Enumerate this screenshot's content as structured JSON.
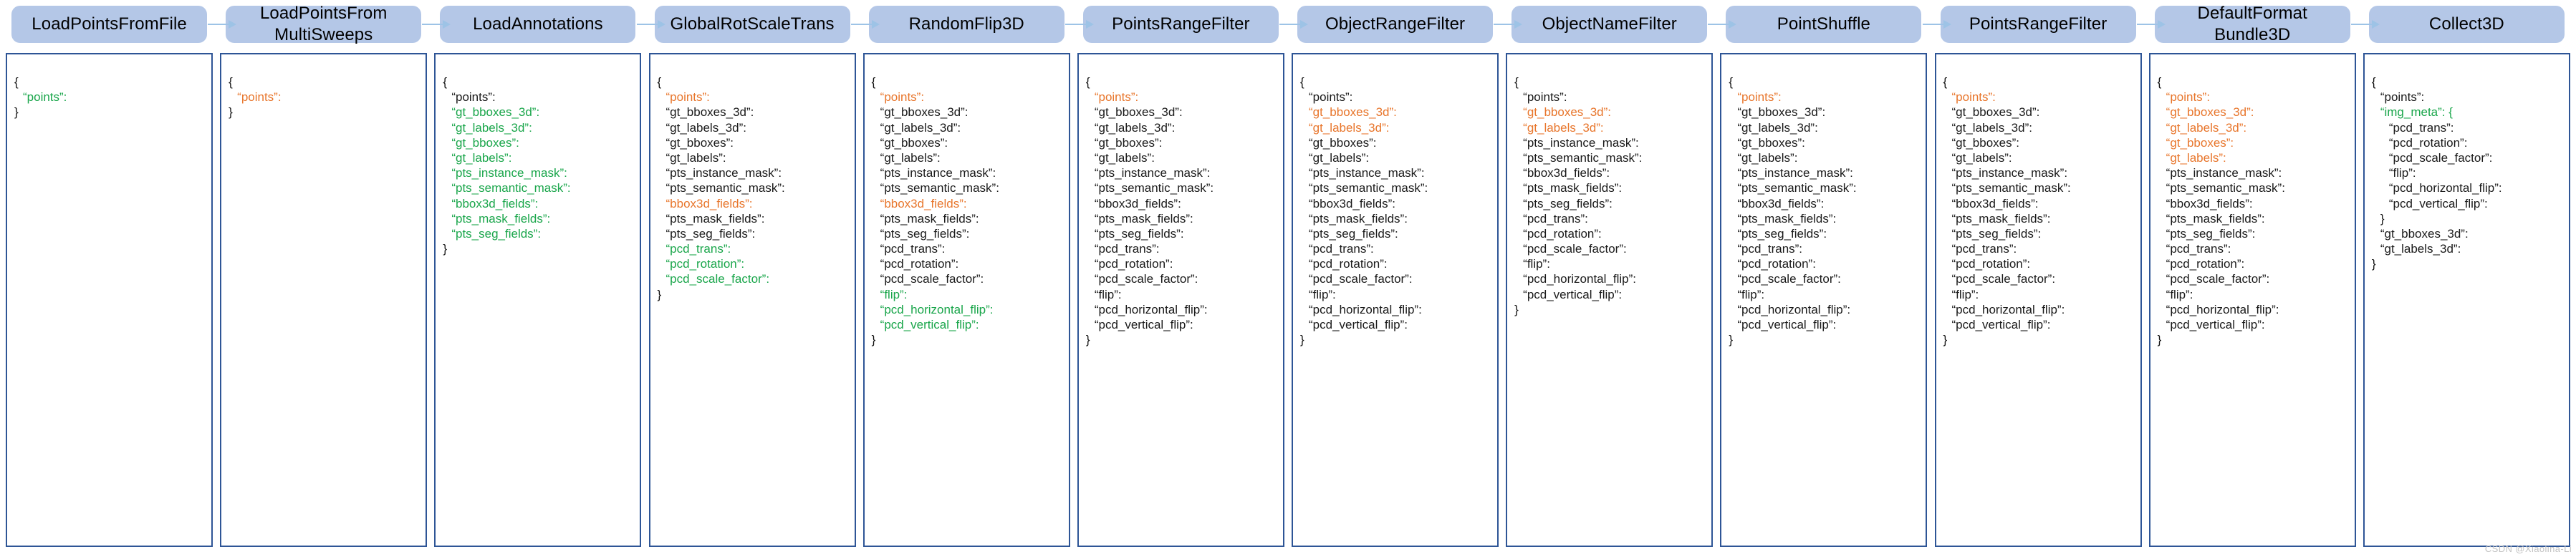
{
  "diagram": {
    "title": "MMDetection3D data pipeline key flow",
    "legend_colors": {
      "node_fill": "#b4c7e7",
      "panel_border": "#2e5596",
      "arrow": "#9dc3e6",
      "key_new": "#1aa64b",
      "key_modified": "#e8762c",
      "key_unchanged": "#1a1a1a"
    },
    "watermark": "CSDN @Xiaolina-Li"
  },
  "stages": [
    {
      "name": "stage-load-points-from-file",
      "label": "LoadPointsFromFile",
      "lines": [
        {
          "text": "{",
          "style": "brace",
          "indent": 0
        },
        {
          "text": "“points”:",
          "style": "new",
          "indent": 1
        },
        {
          "text": "}",
          "style": "brace",
          "indent": 0
        }
      ]
    },
    {
      "name": "stage-load-points-from-multi-sweeps",
      "label": "LoadPointsFrom\nMultiSweeps",
      "lines": [
        {
          "text": "{",
          "style": "brace",
          "indent": 0
        },
        {
          "text": "“points”:",
          "style": "mod",
          "indent": 1
        },
        {
          "text": "}",
          "style": "brace",
          "indent": 0
        }
      ]
    },
    {
      "name": "stage-load-annotations",
      "label": "LoadAnnotations",
      "lines": [
        {
          "text": "{",
          "style": "brace",
          "indent": 0
        },
        {
          "text": "“points”:",
          "style": "same",
          "indent": 1
        },
        {
          "text": "“gt_bboxes_3d”:",
          "style": "new",
          "indent": 1
        },
        {
          "text": "“gt_labels_3d”:",
          "style": "new",
          "indent": 1
        },
        {
          "text": "“gt_bboxes”:",
          "style": "new",
          "indent": 1
        },
        {
          "text": "“gt_labels”:",
          "style": "new",
          "indent": 1
        },
        {
          "text": "“pts_instance_mask”:",
          "style": "new",
          "indent": 1
        },
        {
          "text": "“pts_semantic_mask”:",
          "style": "new",
          "indent": 1
        },
        {
          "text": "“bbox3d_fields”:",
          "style": "new",
          "indent": 1
        },
        {
          "text": "“pts_mask_fields”:",
          "style": "new",
          "indent": 1
        },
        {
          "text": "“pts_seg_fields”:",
          "style": "new",
          "indent": 1
        },
        {
          "text": "}",
          "style": "brace",
          "indent": 0
        }
      ]
    },
    {
      "name": "stage-global-rot-scale-trans",
      "label": "GlobalRotScaleTrans",
      "lines": [
        {
          "text": "{",
          "style": "brace",
          "indent": 0
        },
        {
          "text": "“points”:",
          "style": "mod",
          "indent": 1
        },
        {
          "text": "“gt_bboxes_3d”:",
          "style": "same",
          "indent": 1
        },
        {
          "text": "“gt_labels_3d”:",
          "style": "same",
          "indent": 1
        },
        {
          "text": "“gt_bboxes”:",
          "style": "same",
          "indent": 1
        },
        {
          "text": "“gt_labels”:",
          "style": "same",
          "indent": 1
        },
        {
          "text": "“pts_instance_mask”:",
          "style": "same",
          "indent": 1
        },
        {
          "text": "“pts_semantic_mask”:",
          "style": "same",
          "indent": 1
        },
        {
          "text": "“bbox3d_fields”:",
          "style": "mod",
          "indent": 1
        },
        {
          "text": "“pts_mask_fields”:",
          "style": "same",
          "indent": 1
        },
        {
          "text": "“pts_seg_fields”:",
          "style": "same",
          "indent": 1
        },
        {
          "text": "“pcd_trans”:",
          "style": "new",
          "indent": 1
        },
        {
          "text": "“pcd_rotation”:",
          "style": "new",
          "indent": 1
        },
        {
          "text": "“pcd_scale_factor”:",
          "style": "new",
          "indent": 1
        },
        {
          "text": "}",
          "style": "brace",
          "indent": 0
        }
      ]
    },
    {
      "name": "stage-random-flip-3d",
      "label": "RandomFlip3D",
      "lines": [
        {
          "text": "{",
          "style": "brace",
          "indent": 0
        },
        {
          "text": "“points”:",
          "style": "mod",
          "indent": 1
        },
        {
          "text": "“gt_bboxes_3d”:",
          "style": "same",
          "indent": 1
        },
        {
          "text": "“gt_labels_3d”:",
          "style": "same",
          "indent": 1
        },
        {
          "text": "“gt_bboxes”:",
          "style": "same",
          "indent": 1
        },
        {
          "text": "“gt_labels”:",
          "style": "same",
          "indent": 1
        },
        {
          "text": "“pts_instance_mask”:",
          "style": "same",
          "indent": 1
        },
        {
          "text": "“pts_semantic_mask”:",
          "style": "same",
          "indent": 1
        },
        {
          "text": "“bbox3d_fields”:",
          "style": "mod",
          "indent": 1
        },
        {
          "text": "“pts_mask_fields”:",
          "style": "same",
          "indent": 1
        },
        {
          "text": "“pts_seg_fields”:",
          "style": "same",
          "indent": 1
        },
        {
          "text": "“pcd_trans”:",
          "style": "same",
          "indent": 1
        },
        {
          "text": "“pcd_rotation”:",
          "style": "same",
          "indent": 1
        },
        {
          "text": "“pcd_scale_factor”:",
          "style": "same",
          "indent": 1
        },
        {
          "text": "“flip”:",
          "style": "new",
          "indent": 1
        },
        {
          "text": "“pcd_horizontal_flip”:",
          "style": "new",
          "indent": 1
        },
        {
          "text": "“pcd_vertical_flip”:",
          "style": "new",
          "indent": 1
        },
        {
          "text": "}",
          "style": "brace",
          "indent": 0
        }
      ]
    },
    {
      "name": "stage-points-range-filter-1",
      "label": "PointsRangeFilter",
      "lines": [
        {
          "text": "{",
          "style": "brace",
          "indent": 0
        },
        {
          "text": "“points”:",
          "style": "mod",
          "indent": 1
        },
        {
          "text": "“gt_bboxes_3d”:",
          "style": "same",
          "indent": 1
        },
        {
          "text": "“gt_labels_3d”:",
          "style": "same",
          "indent": 1
        },
        {
          "text": "“gt_bboxes”:",
          "style": "same",
          "indent": 1
        },
        {
          "text": "“gt_labels”:",
          "style": "same",
          "indent": 1
        },
        {
          "text": "“pts_instance_mask”:",
          "style": "same",
          "indent": 1
        },
        {
          "text": "“pts_semantic_mask”:",
          "style": "same",
          "indent": 1
        },
        {
          "text": "“bbox3d_fields”:",
          "style": "same",
          "indent": 1
        },
        {
          "text": "“pts_mask_fields”:",
          "style": "same",
          "indent": 1
        },
        {
          "text": "“pts_seg_fields”:",
          "style": "same",
          "indent": 1
        },
        {
          "text": "“pcd_trans”:",
          "style": "same",
          "indent": 1
        },
        {
          "text": "“pcd_rotation”:",
          "style": "same",
          "indent": 1
        },
        {
          "text": "“pcd_scale_factor”:",
          "style": "same",
          "indent": 1
        },
        {
          "text": "“flip”:",
          "style": "same",
          "indent": 1
        },
        {
          "text": "“pcd_horizontal_flip”:",
          "style": "same",
          "indent": 1
        },
        {
          "text": "“pcd_vertical_flip”:",
          "style": "same",
          "indent": 1
        },
        {
          "text": "}",
          "style": "brace",
          "indent": 0
        }
      ]
    },
    {
      "name": "stage-object-range-filter",
      "label": "ObjectRangeFilter",
      "lines": [
        {
          "text": "{",
          "style": "brace",
          "indent": 0
        },
        {
          "text": "“points”:",
          "style": "same",
          "indent": 1
        },
        {
          "text": "“gt_bboxes_3d”:",
          "style": "mod",
          "indent": 1
        },
        {
          "text": "“gt_labels_3d”:",
          "style": "mod",
          "indent": 1
        },
        {
          "text": "“gt_bboxes”:",
          "style": "same",
          "indent": 1
        },
        {
          "text": "“gt_labels”:",
          "style": "same",
          "indent": 1
        },
        {
          "text": "“pts_instance_mask”:",
          "style": "same",
          "indent": 1
        },
        {
          "text": "“pts_semantic_mask”:",
          "style": "same",
          "indent": 1
        },
        {
          "text": "“bbox3d_fields”:",
          "style": "same",
          "indent": 1
        },
        {
          "text": "“pts_mask_fields”:",
          "style": "same",
          "indent": 1
        },
        {
          "text": "“pts_seg_fields”:",
          "style": "same",
          "indent": 1
        },
        {
          "text": "“pcd_trans”:",
          "style": "same",
          "indent": 1
        },
        {
          "text": "“pcd_rotation”:",
          "style": "same",
          "indent": 1
        },
        {
          "text": "“pcd_scale_factor”:",
          "style": "same",
          "indent": 1
        },
        {
          "text": "“flip”:",
          "style": "same",
          "indent": 1
        },
        {
          "text": "“pcd_horizontal_flip”:",
          "style": "same",
          "indent": 1
        },
        {
          "text": "“pcd_vertical_flip”:",
          "style": "same",
          "indent": 1
        },
        {
          "text": "}",
          "style": "brace",
          "indent": 0
        }
      ]
    },
    {
      "name": "stage-object-name-filter",
      "label": "ObjectNameFilter",
      "lines": [
        {
          "text": "{",
          "style": "brace",
          "indent": 0
        },
        {
          "text": "“points”:",
          "style": "same",
          "indent": 1
        },
        {
          "text": "“gt_bboxes_3d”:",
          "style": "mod",
          "indent": 1
        },
        {
          "text": "“gt_labels_3d”:",
          "style": "mod",
          "indent": 1
        },
        {
          "text": "“pts_instance_mask”:",
          "style": "same",
          "indent": 1
        },
        {
          "text": "“pts_semantic_mask”:",
          "style": "same",
          "indent": 1
        },
        {
          "text": "“bbox3d_fields”:",
          "style": "same",
          "indent": 1
        },
        {
          "text": "“pts_mask_fields”:",
          "style": "same",
          "indent": 1
        },
        {
          "text": "“pts_seg_fields”:",
          "style": "same",
          "indent": 1
        },
        {
          "text": "“pcd_trans”:",
          "style": "same",
          "indent": 1
        },
        {
          "text": "“pcd_rotation”:",
          "style": "same",
          "indent": 1
        },
        {
          "text": "“pcd_scale_factor”:",
          "style": "same",
          "indent": 1
        },
        {
          "text": "“flip”:",
          "style": "same",
          "indent": 1
        },
        {
          "text": "“pcd_horizontal_flip”:",
          "style": "same",
          "indent": 1
        },
        {
          "text": "“pcd_vertical_flip”:",
          "style": "same",
          "indent": 1
        },
        {
          "text": "}",
          "style": "brace",
          "indent": 0
        }
      ]
    },
    {
      "name": "stage-point-shuffle",
      "label": "PointShuffle",
      "lines": [
        {
          "text": "{",
          "style": "brace",
          "indent": 0
        },
        {
          "text": "“points”:",
          "style": "mod",
          "indent": 1
        },
        {
          "text": "“gt_bboxes_3d”:",
          "style": "same",
          "indent": 1
        },
        {
          "text": "“gt_labels_3d”:",
          "style": "same",
          "indent": 1
        },
        {
          "text": "“gt_bboxes”:",
          "style": "same",
          "indent": 1
        },
        {
          "text": "“gt_labels”:",
          "style": "same",
          "indent": 1
        },
        {
          "text": "“pts_instance_mask”:",
          "style": "same",
          "indent": 1
        },
        {
          "text": "“pts_semantic_mask”:",
          "style": "same",
          "indent": 1
        },
        {
          "text": "“bbox3d_fields”:",
          "style": "same",
          "indent": 1
        },
        {
          "text": "“pts_mask_fields”:",
          "style": "same",
          "indent": 1
        },
        {
          "text": "“pts_seg_fields”:",
          "style": "same",
          "indent": 1
        },
        {
          "text": "“pcd_trans”:",
          "style": "same",
          "indent": 1
        },
        {
          "text": "“pcd_rotation”:",
          "style": "same",
          "indent": 1
        },
        {
          "text": "“pcd_scale_factor”:",
          "style": "same",
          "indent": 1
        },
        {
          "text": "“flip”:",
          "style": "same",
          "indent": 1
        },
        {
          "text": "“pcd_horizontal_flip”:",
          "style": "same",
          "indent": 1
        },
        {
          "text": "“pcd_vertical_flip”:",
          "style": "same",
          "indent": 1
        },
        {
          "text": "}",
          "style": "brace",
          "indent": 0
        }
      ]
    },
    {
      "name": "stage-points-range-filter-2",
      "label": "PointsRangeFilter",
      "lines": [
        {
          "text": "{",
          "style": "brace",
          "indent": 0
        },
        {
          "text": "“points”:",
          "style": "mod",
          "indent": 1
        },
        {
          "text": "“gt_bboxes_3d”:",
          "style": "same",
          "indent": 1
        },
        {
          "text": "“gt_labels_3d”:",
          "style": "same",
          "indent": 1
        },
        {
          "text": "“gt_bboxes”:",
          "style": "same",
          "indent": 1
        },
        {
          "text": "“gt_labels”:",
          "style": "same",
          "indent": 1
        },
        {
          "text": "“pts_instance_mask”:",
          "style": "same",
          "indent": 1
        },
        {
          "text": "“pts_semantic_mask”:",
          "style": "same",
          "indent": 1
        },
        {
          "text": "“bbox3d_fields”:",
          "style": "same",
          "indent": 1
        },
        {
          "text": "“pts_mask_fields”:",
          "style": "same",
          "indent": 1
        },
        {
          "text": "“pts_seg_fields”:",
          "style": "same",
          "indent": 1
        },
        {
          "text": "“pcd_trans”:",
          "style": "same",
          "indent": 1
        },
        {
          "text": "“pcd_rotation”:",
          "style": "same",
          "indent": 1
        },
        {
          "text": "“pcd_scale_factor”:",
          "style": "same",
          "indent": 1
        },
        {
          "text": "“flip”:",
          "style": "same",
          "indent": 1
        },
        {
          "text": "“pcd_horizontal_flip”:",
          "style": "same",
          "indent": 1
        },
        {
          "text": "“pcd_vertical_flip”:",
          "style": "same",
          "indent": 1
        },
        {
          "text": "}",
          "style": "brace",
          "indent": 0
        }
      ]
    },
    {
      "name": "stage-default-format-bundle-3d",
      "label": "DefaultFormat\nBundle3D",
      "lines": [
        {
          "text": "{",
          "style": "brace",
          "indent": 0
        },
        {
          "text": "“points”:",
          "style": "mod",
          "indent": 1
        },
        {
          "text": "“gt_bboxes_3d”:",
          "style": "mod",
          "indent": 1
        },
        {
          "text": "“gt_labels_3d”:",
          "style": "mod",
          "indent": 1
        },
        {
          "text": "“gt_bboxes”:",
          "style": "mod",
          "indent": 1
        },
        {
          "text": "“gt_labels”:",
          "style": "mod",
          "indent": 1
        },
        {
          "text": "“pts_instance_mask”:",
          "style": "same",
          "indent": 1
        },
        {
          "text": "“pts_semantic_mask”:",
          "style": "same",
          "indent": 1
        },
        {
          "text": "“bbox3d_fields”:",
          "style": "same",
          "indent": 1
        },
        {
          "text": "“pts_mask_fields”:",
          "style": "same",
          "indent": 1
        },
        {
          "text": "“pts_seg_fields”:",
          "style": "same",
          "indent": 1
        },
        {
          "text": "“pcd_trans”:",
          "style": "same",
          "indent": 1
        },
        {
          "text": "“pcd_rotation”:",
          "style": "same",
          "indent": 1
        },
        {
          "text": "“pcd_scale_factor”:",
          "style": "same",
          "indent": 1
        },
        {
          "text": "“flip”:",
          "style": "same",
          "indent": 1
        },
        {
          "text": "“pcd_horizontal_flip”:",
          "style": "same",
          "indent": 1
        },
        {
          "text": "“pcd_vertical_flip”:",
          "style": "same",
          "indent": 1
        },
        {
          "text": "}",
          "style": "brace",
          "indent": 0
        }
      ]
    },
    {
      "name": "stage-collect-3d",
      "label": "Collect3D",
      "lines": [
        {
          "text": "{",
          "style": "brace",
          "indent": 0
        },
        {
          "text": "“points”:",
          "style": "same",
          "indent": 1
        },
        {
          "text": "“img_meta”: {",
          "style": "new",
          "indent": 1
        },
        {
          "text": "“pcd_trans”:",
          "style": "same",
          "indent": 2
        },
        {
          "text": "“pcd_rotation”:",
          "style": "same",
          "indent": 2
        },
        {
          "text": "“pcd_scale_factor”:",
          "style": "same",
          "indent": 2
        },
        {
          "text": "“flip”:",
          "style": "same",
          "indent": 2
        },
        {
          "text": "“pcd_horizontal_flip”:",
          "style": "same",
          "indent": 2
        },
        {
          "text": "“pcd_vertical_flip”:",
          "style": "same",
          "indent": 2
        },
        {
          "text": "}",
          "style": "brace",
          "indent": 1
        },
        {
          "text": "“gt_bboxes_3d”:",
          "style": "same",
          "indent": 1
        },
        {
          "text": "“gt_labels_3d”:",
          "style": "same",
          "indent": 1
        },
        {
          "text": "}",
          "style": "brace",
          "indent": 0
        }
      ]
    }
  ]
}
